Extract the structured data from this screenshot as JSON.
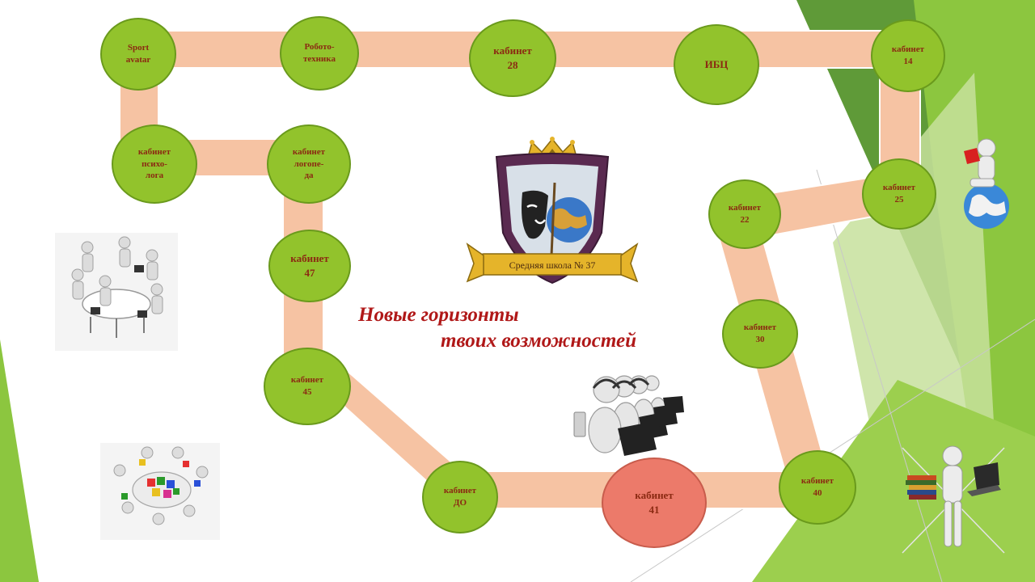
{
  "nodes": {
    "sport_avatar": "Sport\navatar",
    "robotics": "Робото-\nтехника",
    "cabinet_28": "кабинет\n28",
    "ibc": "ИБЦ",
    "cabinet_14": "кабинет\n14",
    "psychologist": "кабинет\nпсихо-\nлога",
    "speech_therapist": "кабинет\nлогопе-\nда",
    "cabinet_47": "кабинет\n47",
    "cabinet_45": "кабинет\n45",
    "cabinet_do": "кабинет\nДО",
    "cabinet_41": "кабинет\n41",
    "cabinet_40": "кабинет\n40",
    "cabinet_30": "кабинет\n30",
    "cabinet_22": "кабинет\n22",
    "cabinet_25": "кабинет\n25"
  },
  "emblem": {
    "ribbon_text": "Средняя школа № 37"
  },
  "slogan": {
    "line1": "Новые горизонты",
    "line2": "твоих  возможностей"
  },
  "colors": {
    "node_fill": "#92c32c",
    "node_current_fill": "#ec7a6a",
    "path_fill": "#f6c3a3",
    "node_text": "#8b2a12",
    "slogan_text": "#b01818",
    "accent_green": "#8cc63f"
  }
}
